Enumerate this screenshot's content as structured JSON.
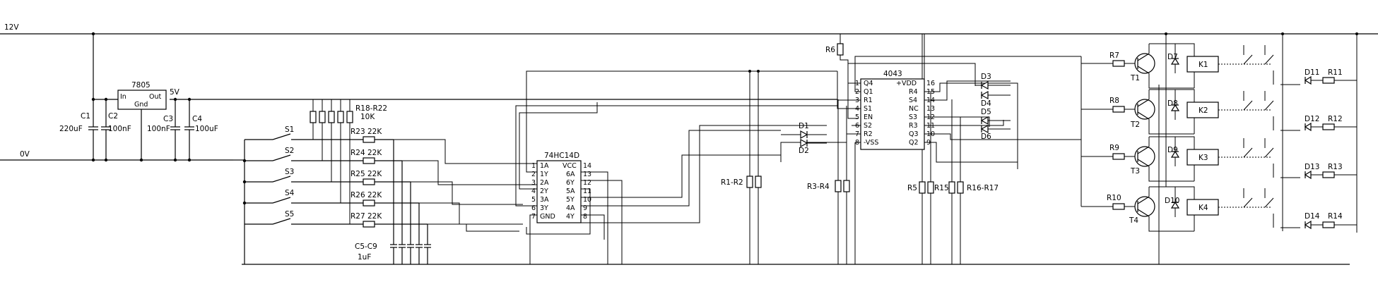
{
  "rails": {
    "supply": "12V",
    "ground": "0V",
    "five_volt": "5V"
  },
  "regulator": {
    "name": "7805",
    "in": "In",
    "out": "Out",
    "gnd": "Gnd"
  },
  "caps": {
    "c1": "C1",
    "c1_val": "220uF",
    "c2": "C2",
    "c2_val": "100nF",
    "c3": "C3",
    "c3_val": "100nF",
    "c4": "C4",
    "c4_val": "100uF",
    "c5c9": "C5-C9",
    "c5c9_val": "1uF"
  },
  "pullups": {
    "name": "R18-R22",
    "value": "10K"
  },
  "switches": [
    "S1",
    "S2",
    "S3",
    "S4",
    "S5"
  ],
  "series_resistors": [
    "R23 22K",
    "R24 22K",
    "R25 22K",
    "R26 22K",
    "R27 22K"
  ],
  "ic_schmitt": {
    "name": "74HC14D",
    "left_nums": [
      "1",
      "2",
      "3",
      "4",
      "5",
      "6",
      "7"
    ],
    "left_pins": [
      "1A",
      "1Y",
      "2A",
      "2Y",
      "3A",
      "3Y",
      "GND"
    ],
    "right_pins": [
      "VCC",
      "6A",
      "6Y",
      "5A",
      "5Y",
      "4A",
      "4Y"
    ],
    "right_nums": [
      "14",
      "13",
      "12",
      "11",
      "10",
      "9",
      "8"
    ]
  },
  "ic_latch": {
    "name": "4043",
    "left_nums": [
      "1",
      "2",
      "3",
      "4",
      "5",
      "6",
      "7",
      "8"
    ],
    "left_pins": [
      "Q4",
      "Q1",
      "R1",
      "S1",
      "EN",
      "S2",
      "R2",
      "-VSS"
    ],
    "right_pins": [
      "+VDD",
      "R4",
      "S4",
      "NC",
      "S3",
      "R3",
      "Q3",
      "Q2"
    ],
    "right_nums": [
      "16",
      "15",
      "14",
      "13",
      "12",
      "11",
      "10",
      "9"
    ]
  },
  "resistor_labels": {
    "r1r2": "R1-R2",
    "r3r4": "R3-R4",
    "r5": "R5",
    "r15": "R15",
    "r16r17": "R16-R17",
    "r6": "R6"
  },
  "diodes_latch": [
    "D1",
    "D2",
    "D3",
    "D4",
    "D5",
    "D6"
  ],
  "drivers": [
    {
      "base_res": "R7",
      "transistor": "T1",
      "diode": "D7",
      "relay": "K1",
      "led": "D11",
      "led_res": "R11"
    },
    {
      "base_res": "R8",
      "transistor": "T2",
      "diode": "D8",
      "relay": "K2",
      "led": "D12",
      "led_res": "R12"
    },
    {
      "base_res": "R9",
      "transistor": "T3",
      "diode": "D9",
      "relay": "K3",
      "led": "D13",
      "led_res": "R13"
    },
    {
      "base_res": "R10",
      "transistor": "T4",
      "diode": "D10",
      "relay": "K4",
      "led": "D14",
      "led_res": "R14"
    }
  ]
}
